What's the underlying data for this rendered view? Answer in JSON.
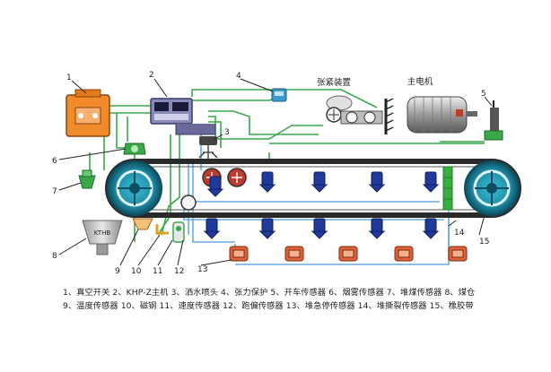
{
  "callouts": [
    "1",
    "2",
    "3",
    "4",
    "5",
    "6",
    "7",
    "8",
    "9",
    "10",
    "11",
    "12",
    "13",
    "14",
    "15"
  ],
  "labels": {
    "tensioner": "张紧装置",
    "main_motor": "主电机",
    "coal_bin_tag": "KTHB"
  },
  "legend": {
    "line1": "1、真空开关 2、KHP-Z主机 3、洒水喷头 4、张力保护 5、开车传感器 6、烟雾传感器 7、堆煤传感器 8、煤仓",
    "line2": "9、温度传感器 10、磁钢 11、速度传感器 12、跑偏传感器 13、堆急停传感器 14、堆撕裂传感器 15、橡胶带"
  },
  "colors": {
    "signal_line": "#3aa84a",
    "sensor_line": "#6aaae0",
    "switch_body": "#f08a2a",
    "sensor_body": "#1f3a9c",
    "belt": "#2a2a2a",
    "drum": "#2aa0b8",
    "host_panel": "#8a8ab8",
    "callout_line": "#222222",
    "coal_bin": "#c8c8c8",
    "tear_sensor": "#36b040"
  }
}
